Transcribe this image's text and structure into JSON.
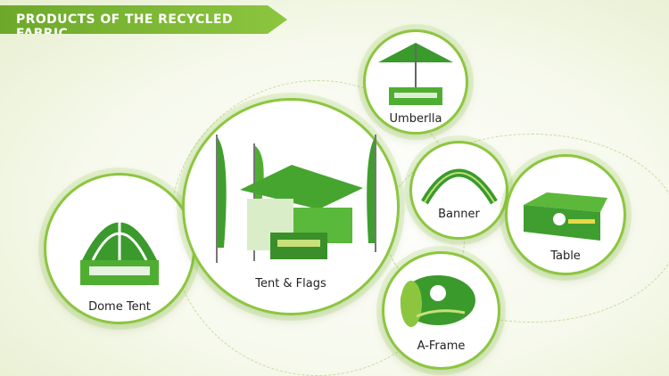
{
  "header": {
    "title": "PRODUCTS OF THE RECYCLED FABRIC"
  },
  "products": [
    {
      "label": "Dome Tent"
    },
    {
      "label": "Tent & Flags"
    },
    {
      "label": "Umberlla"
    },
    {
      "label": "Banner"
    },
    {
      "label": "Table"
    },
    {
      "label": "A-Frame"
    }
  ],
  "colors": {
    "brand_green": "#8cc63f",
    "dark_green": "#3a8f2a"
  }
}
